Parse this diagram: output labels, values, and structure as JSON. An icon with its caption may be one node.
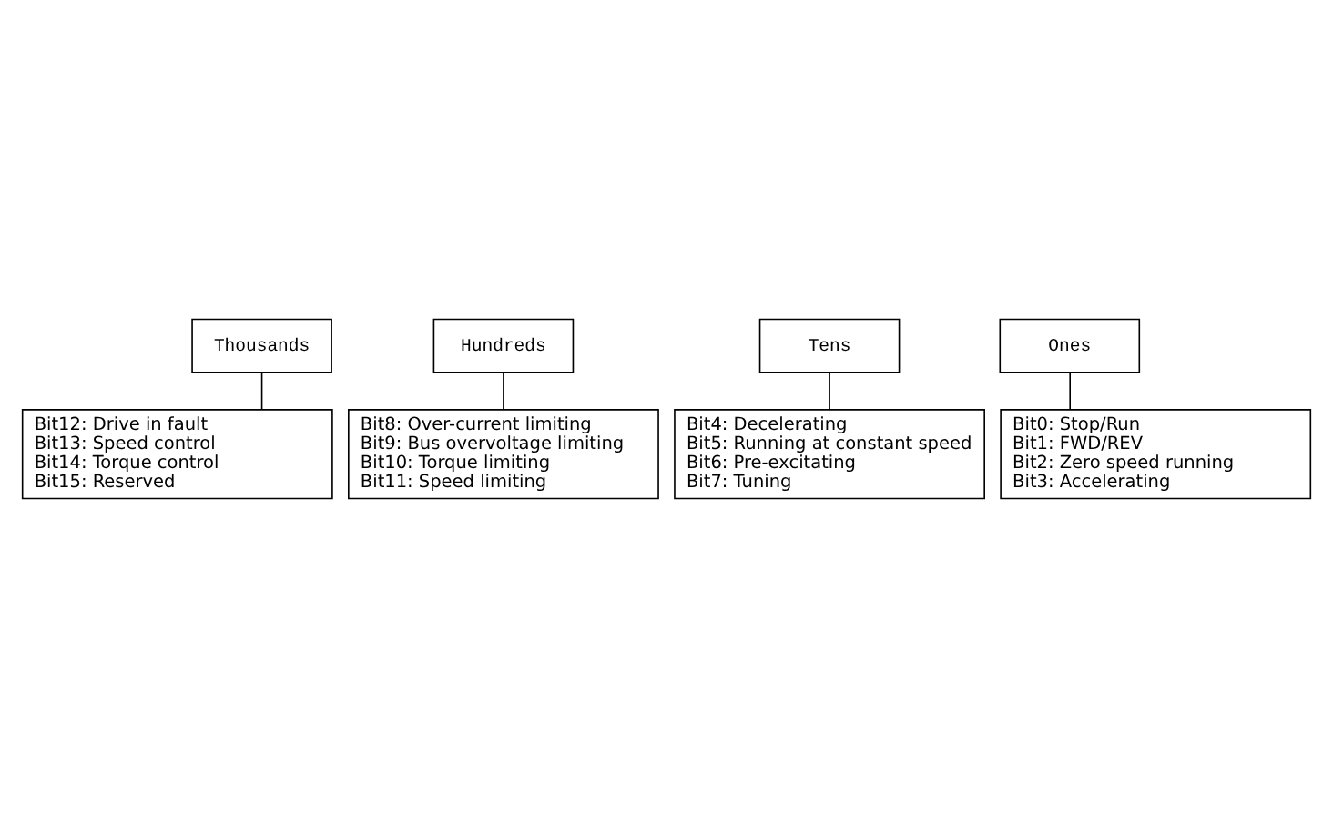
{
  "diagram": {
    "nodes": [
      {
        "text": [
          "Thousands"
        ]
      },
      {
        "text": [
          "Hundreds"
        ]
      },
      {
        "text": [
          "Tens"
        ]
      },
      {
        "text": [
          "Ones"
        ]
      },
      {
        "text": [
          "Bit0: Stop/Run",
          "Bit1: FWD/REV",
          "Bit2: Zero speed running",
          "Bit3: Accelerating"
        ]
      },
      {
        "text": [
          "Bit4: Decelerating",
          "Bit5: Running at constant speed",
          "Bit6: Pre-excitating",
          "Bit7: Tuning"
        ]
      },
      {
        "text": [
          "Bit8: Over-current limiting",
          "Bit9: Bus overvoltage limiting",
          "Bit10: Torque limiting",
          "Bit11: Speed limiting"
        ]
      },
      {
        "text": [
          "Bit12: Drive in fault",
          "Bit13: Speed control",
          "Bit14: Torque control",
          "Bit15: Reserved"
        ]
      }
    ],
    "edges": [
      {
        "from": 3,
        "to": 4,
        "arrow": "none"
      },
      {
        "from": 2,
        "to": 5,
        "arrow": "none"
      },
      {
        "from": 1,
        "to": 6,
        "arrow": "none"
      },
      {
        "from": 0,
        "to": 7,
        "arrow": "none"
      }
    ]
  }
}
